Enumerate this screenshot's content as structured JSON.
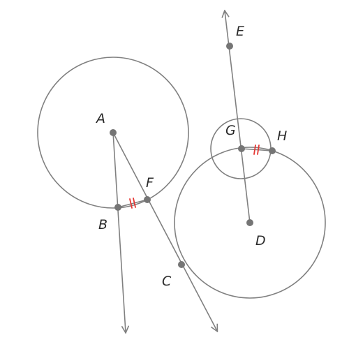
{
  "diagram": {
    "stroke_color": "#808080",
    "point_color": "#757575",
    "tick_color": "#e53935",
    "labels": {
      "A": "A",
      "B": "B",
      "C": "C",
      "D": "D",
      "E": "E",
      "F": "F",
      "G": "G",
      "H": "H"
    }
  }
}
